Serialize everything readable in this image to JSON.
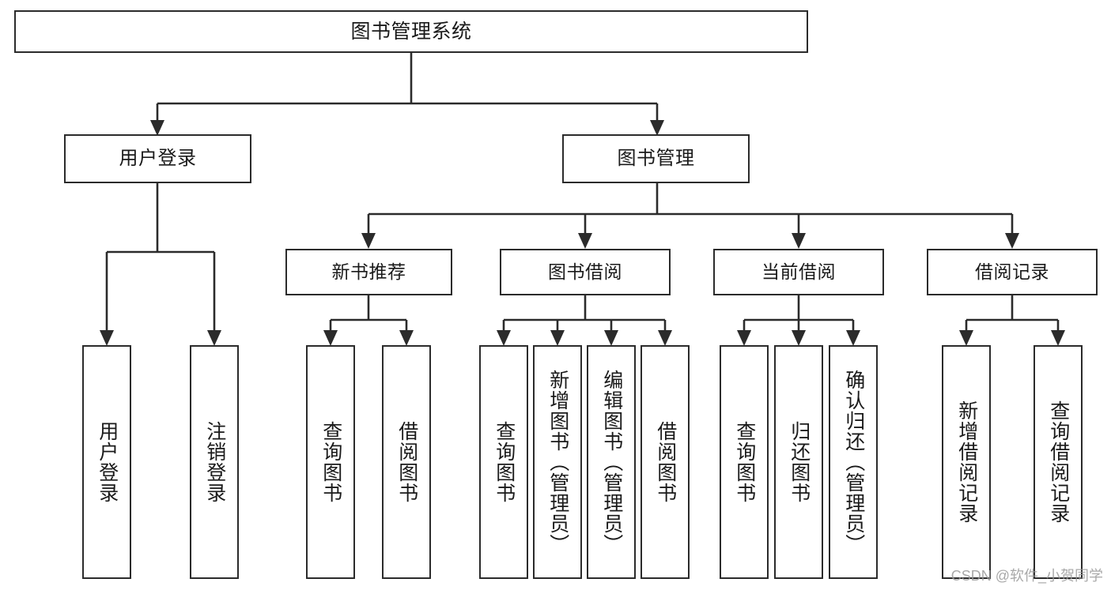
{
  "diagram": {
    "type": "tree",
    "title": "图书管理系统",
    "watermark": "CSDN @软件_小贺同学",
    "colors": {
      "box_border": "#2b2b2b",
      "box_fill": "#ffffff",
      "connector": "#2b2b2b",
      "text": "#1a1a1a",
      "watermark": "#9a9a9a"
    },
    "root": {
      "label": "图书管理系统"
    },
    "level1": [
      {
        "label": "用户登录"
      },
      {
        "label": "图书管理"
      }
    ],
    "level2": [
      {
        "label": "新书推荐"
      },
      {
        "label": "图书借阅"
      },
      {
        "label": "当前借阅"
      },
      {
        "label": "借阅记录"
      }
    ],
    "leaves": {
      "user_login": [
        {
          "label": "用户登录"
        },
        {
          "label": "注销登录"
        }
      ],
      "new_book": [
        {
          "label": "查询图书"
        },
        {
          "label": "借阅图书"
        }
      ],
      "book_borrow": [
        {
          "label": "查询图书"
        },
        {
          "label": "新增图书（管理员）"
        },
        {
          "label": "编辑图书（管理员）"
        },
        {
          "label": "借阅图书"
        }
      ],
      "current_borrow": [
        {
          "label": "查询图书"
        },
        {
          "label": "归还图书"
        },
        {
          "label": "确认归还（管理员）"
        }
      ],
      "borrow_record": [
        {
          "label": "新增借阅记录"
        },
        {
          "label": "查询借阅记录"
        }
      ]
    }
  }
}
